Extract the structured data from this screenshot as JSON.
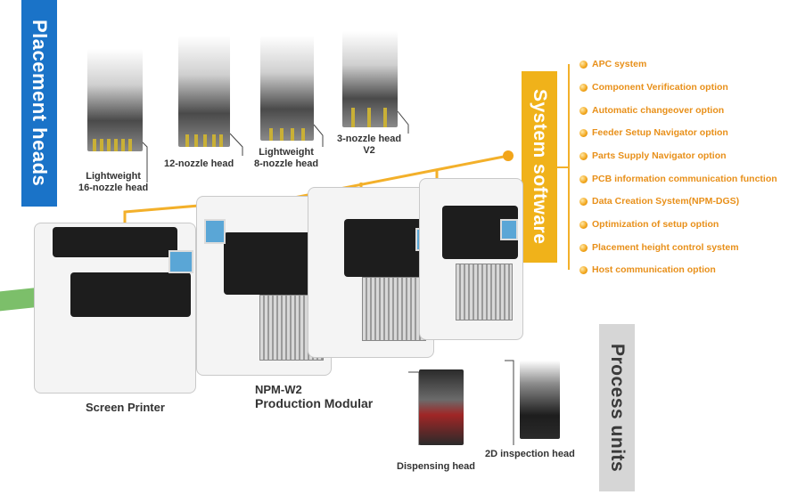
{
  "banners": {
    "placement_heads": "Placement heads",
    "system_software": "System software",
    "process_units": "Process units"
  },
  "heads": {
    "h16": "Lightweight\n16-nozzle head",
    "h12": "12-nozzle head",
    "h8": "Lightweight\n8-nozzle head",
    "h3": "3-nozzle head\nV2"
  },
  "software_items": [
    "APC system",
    "Component Verification option",
    "Automatic changeover option",
    "Feeder Setup Navigator option",
    "Parts Supply Navigator option",
    "PCB information communication function",
    "Data Creation System(NPM-DGS)",
    "Optimization of setup option",
    "Placement height control system",
    "Host communication option"
  ],
  "machines": {
    "printer": "Screen Printer",
    "npm_model": "NPM-W2",
    "npm_desc": "Production Modular"
  },
  "process": {
    "dispensing": "Dispensing head",
    "inspection": "2D inspection head"
  },
  "colors": {
    "placement": "#1a73c8",
    "software": "#f0b21a",
    "process": "#d6d6d6",
    "accent_text": "#e8901a"
  }
}
